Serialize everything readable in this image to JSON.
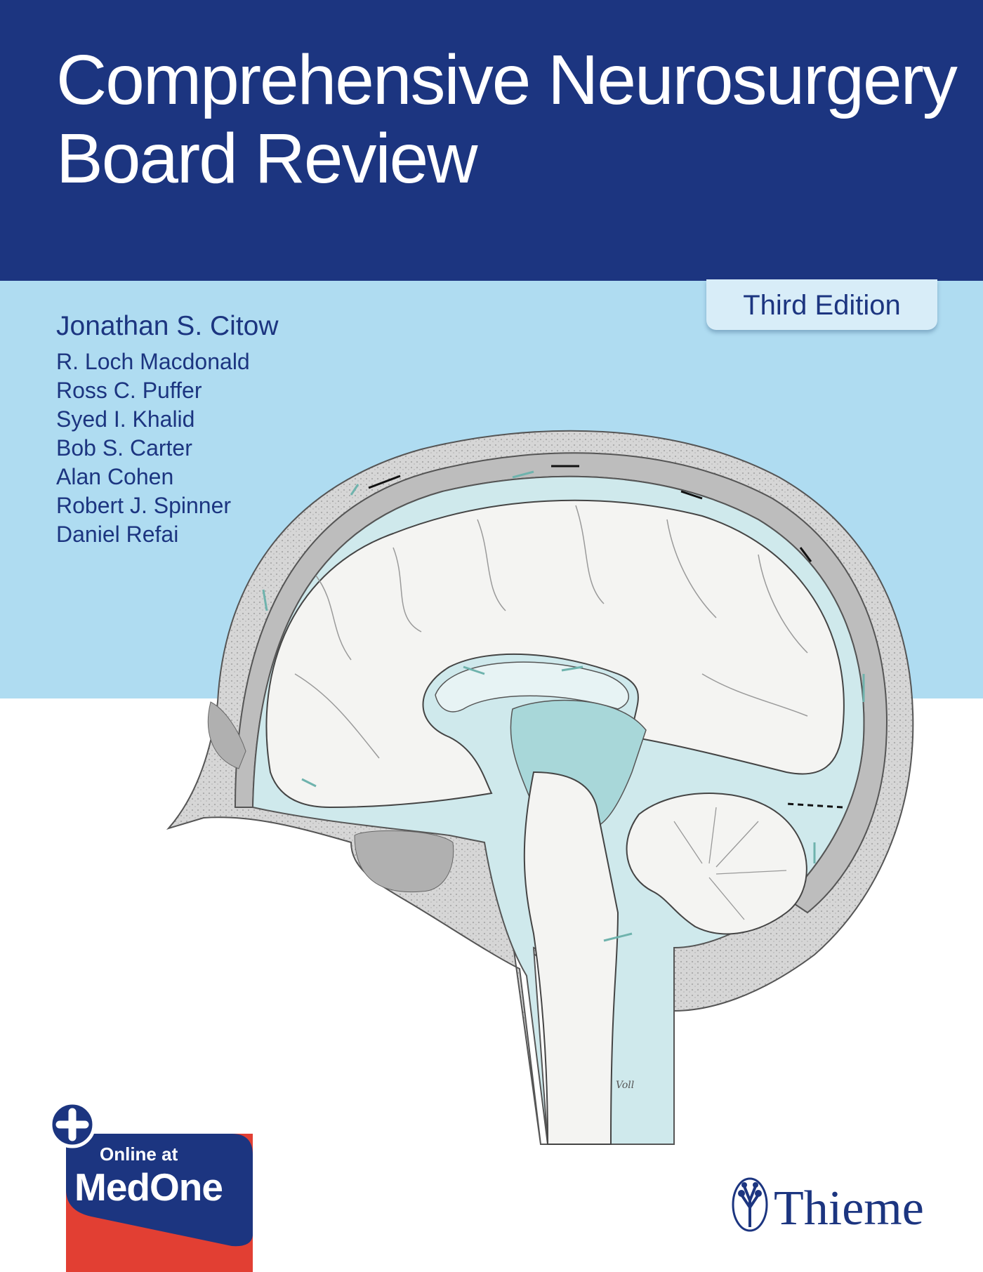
{
  "cover": {
    "title_lines": [
      "Comprehensive Neurosurgery",
      "Board Review"
    ],
    "edition": "Third Edition",
    "authors": [
      "Jonathan S. Citow",
      "R. Loch Macdonald",
      "Ross C. Puffer",
      "Syed I. Khalid",
      "Bob S. Carter",
      "Alan Cohen",
      "Robert J. Spinner",
      "Daniel Refai"
    ],
    "illustration_signature": "Voll",
    "badge": {
      "line1": "Online at",
      "line2": "MedOne",
      "icon": "plus-icon"
    },
    "publisher": {
      "name": "Thieme",
      "icon": "tree-icon"
    }
  },
  "colors": {
    "header": "#1c3580",
    "band": "#afdcf1",
    "edition_box": "#d8edf8",
    "csf": "#cfe9ec",
    "csf_arrow": "#6fb3ad",
    "bone": "#d4d4d4",
    "badge_red": "#e23f33"
  }
}
